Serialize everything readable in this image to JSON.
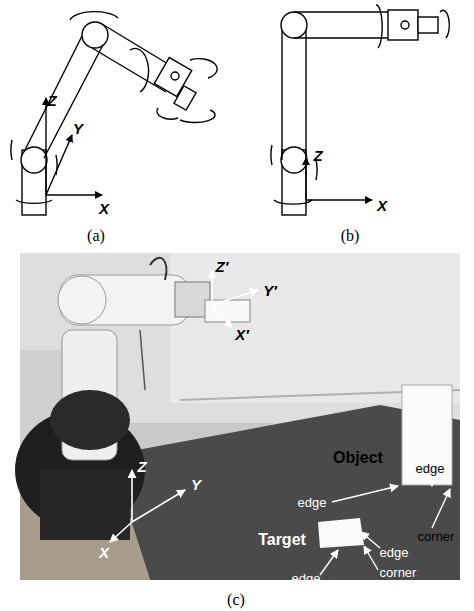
{
  "diagram": {
    "labels": [
      "Z",
      "Y",
      "X",
      "Z",
      "X",
      "(a)",
      "(b)",
      "Z′",
      "Y′",
      "X′",
      "Object",
      "edge",
      "edge",
      "corner",
      "Z",
      "Y",
      "X",
      "Target",
      "edge",
      "edge",
      "corner",
      "(c)"
    ]
  }
}
